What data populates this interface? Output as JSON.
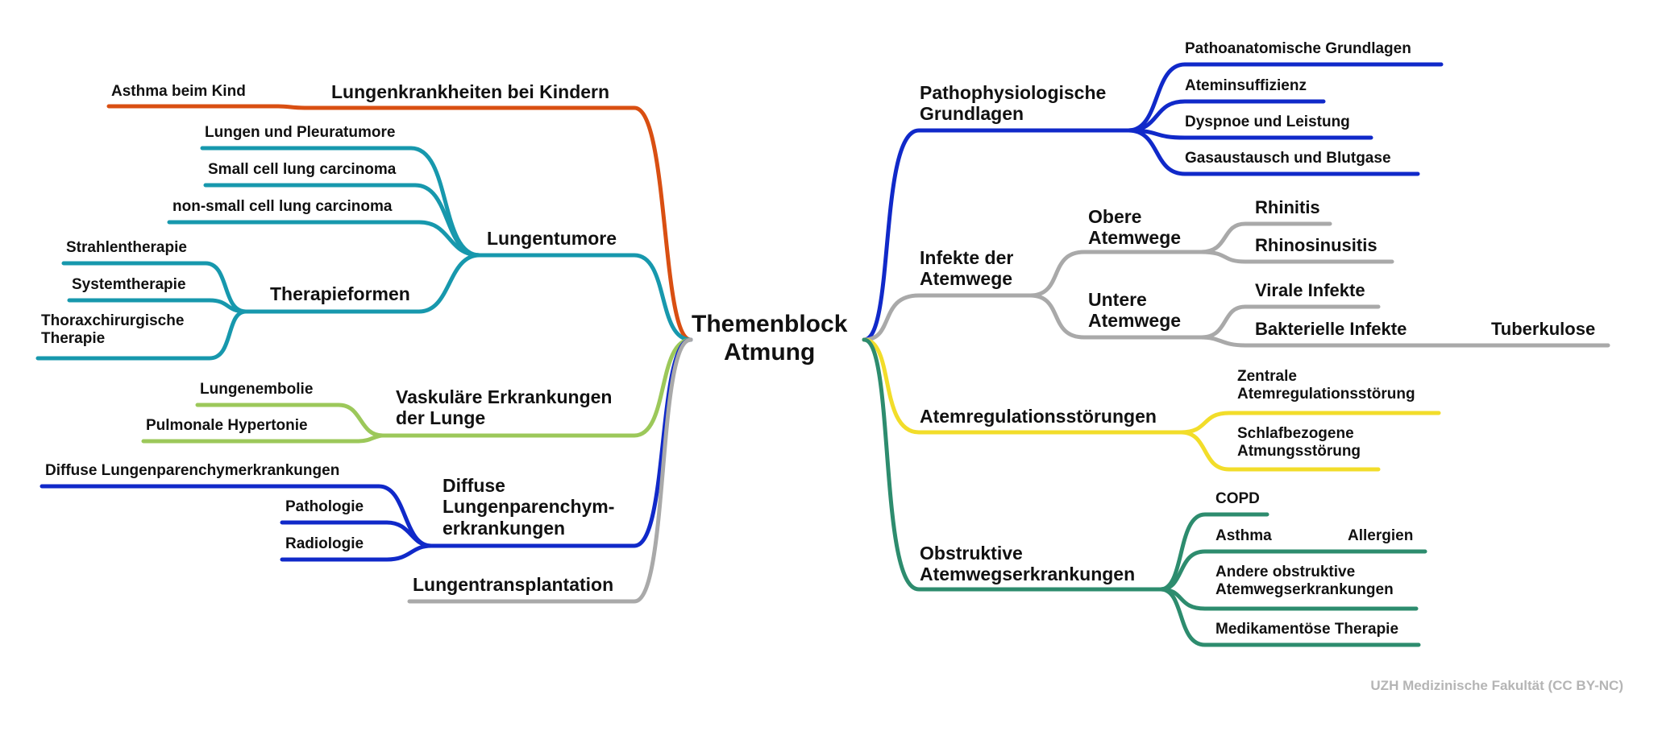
{
  "center": {
    "line1": "Themenblock",
    "line2": "Atmung"
  },
  "footer": "UZH Medizinische Fakultät (CC BY-NC)",
  "colors": {
    "orange": "#d94f12",
    "teal": "#1798ad",
    "lightgreen": "#9cc85a",
    "blue": "#1029c9",
    "gray": "#a9a9a9",
    "yellow": "#f2dd2a",
    "green": "#2d8c6e"
  },
  "left": {
    "kinder": {
      "label": "Lungenkrankheiten bei Kindern",
      "asthma": "Asthma beim Kind"
    },
    "tumore": {
      "label": "Lungentumore",
      "pleura": "Lungen und Pleuratumore",
      "small": "Small cell lung carcinoma",
      "nonsmall": "non-small cell lung carcinoma",
      "therapie": {
        "label": "Therapieformen",
        "strahlen": "Strahlentherapie",
        "system": "Systemtherapie",
        "thorax1": "Thoraxchirurgische",
        "thorax2": "Therapie"
      }
    },
    "vaskulaer": {
      "line1": "Vaskuläre Erkrankungen",
      "line2": "der Lunge",
      "embolie": "Lungenembolie",
      "hypertonie": "Pulmonale Hypertonie"
    },
    "diffuse": {
      "line1": "Diffuse",
      "line2": "Lungenparenchym-",
      "line3": "erkrankungen",
      "top": "Diffuse Lungenparenchymerkrankungen",
      "patho": "Pathologie",
      "radio": "Radiologie"
    },
    "transplant": {
      "label": "Lungentransplantation"
    }
  },
  "right": {
    "patho": {
      "line1": "Pathophysiologische",
      "line2": "Grundlagen",
      "anat": "Pathoanatomische Grundlagen",
      "insuff": "Ateminsuffizienz",
      "dyspnoe": "Dyspnoe und Leistung",
      "gas": "Gasaustausch und Blutgase"
    },
    "infekte": {
      "line1": "Infekte der",
      "line2": "Atemwege",
      "obere": {
        "line1": "Obere",
        "line2": "Atemwege",
        "rhinitis": "Rhinitis",
        "rhino": "Rhinosinusitis"
      },
      "untere": {
        "line1": "Untere",
        "line2": "Atemwege",
        "viral": "Virale Infekte",
        "bakt": "Bakterielle Infekte",
        "tb": "Tuberkulose"
      }
    },
    "regulation": {
      "label": "Atemregulationsstörungen",
      "zentral1": "Zentrale",
      "zentral2": "Atemregulationsstörung",
      "schlaf1": "Schlafbezogene",
      "schlaf2": "Atmungsstörung"
    },
    "obstruktiv": {
      "line1": "Obstruktive",
      "line2": "Atemwegserkrankungen",
      "copd": "COPD",
      "asthma": "Asthma",
      "allergien": "Allergien",
      "andere1": "Andere obstruktive",
      "andere2": "Atemwegserkrankungen",
      "medi": "Medikamentöse Therapie"
    }
  }
}
